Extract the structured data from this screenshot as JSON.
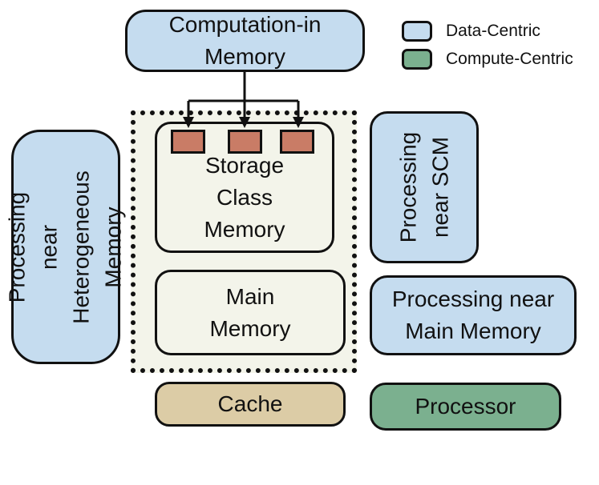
{
  "legend": {
    "data_centric": {
      "label": "Data-Centric",
      "color": "#c5dcef"
    },
    "compute_centric": {
      "label": "Compute-Centric",
      "color": "#7bb08f"
    }
  },
  "nodes": {
    "computation_in_memory": "Computation-in\nMemory",
    "storage_class_memory": "Storage\nClass\nMemory",
    "main_memory": "Main\nMemory",
    "cache": "Cache",
    "processor": "Processor",
    "processing_near_heterogeneous": "Processing near\nHeterogeneous\nMemory",
    "processing_near_scm": "Processing\nnear SCM",
    "processing_near_main_memory": "Processing near\nMain Memory"
  },
  "colors": {
    "data_centric": "#c5dcef",
    "compute_centric": "#7bb08f",
    "cache": "#dccca6",
    "memory_region": "#f3f4ea",
    "memory_cell": "#c97c66"
  }
}
